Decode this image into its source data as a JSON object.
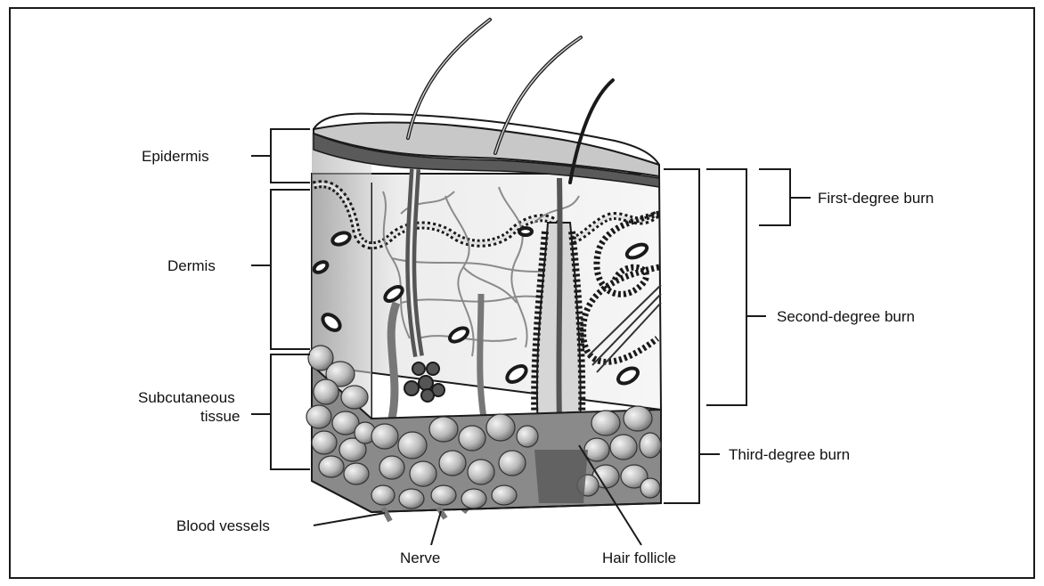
{
  "labels": {
    "epidermis": "Epidermis",
    "dermis": "Dermis",
    "subcutaneous_line1": "Subcutaneous",
    "subcutaneous_line2": "tissue",
    "blood_vessels": "Blood vessels",
    "nerve": "Nerve",
    "hair_follicle": "Hair follicle",
    "first_degree": "First-degree burn",
    "second_degree": "Second-degree burn",
    "third_degree": "Third-degree burn"
  },
  "colors": {
    "outline": "#1a1a1a",
    "skin_top": "#c8c8c8",
    "dermis_fill": "#e2e2e2",
    "fat_fill": "#bdbdbd",
    "dark_band": "#5a5a5a"
  }
}
